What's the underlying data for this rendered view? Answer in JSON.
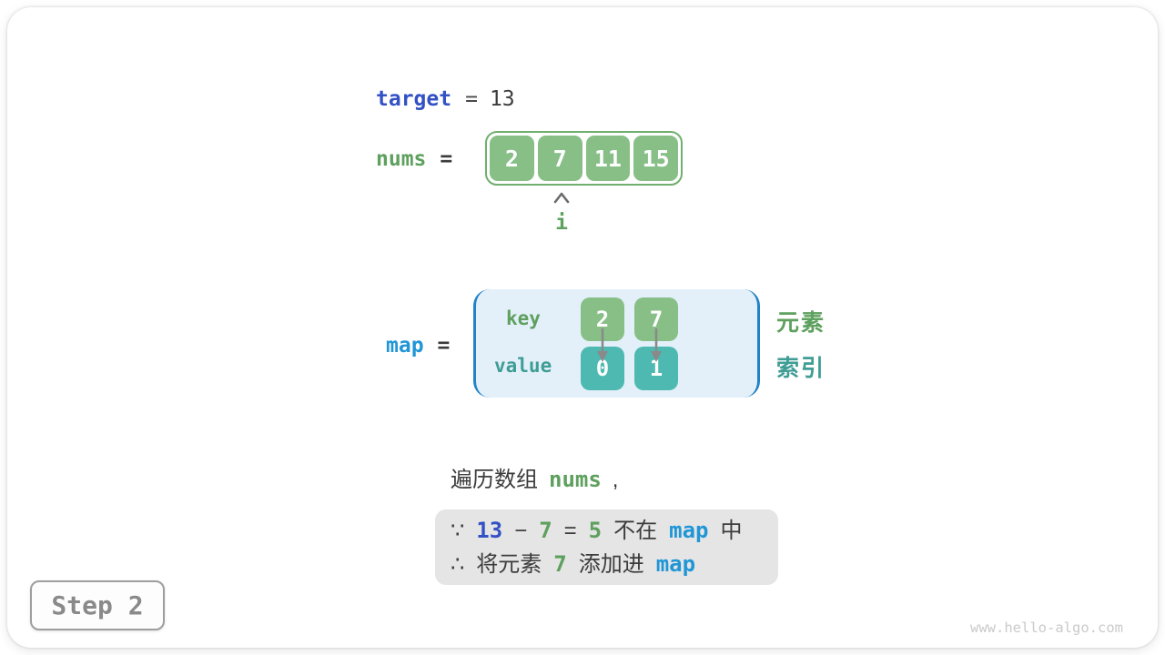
{
  "page": {
    "step_label": "Step 2",
    "watermark": "www.hello-algo.com"
  },
  "target_line": {
    "label": "target",
    "equals": "=",
    "value": "13"
  },
  "nums_line": {
    "label": "nums",
    "equals": "="
  },
  "array": {
    "values": [
      "2",
      "7",
      "11",
      "15"
    ],
    "pointer_label": "i",
    "pointer_index": 1
  },
  "map_section": {
    "label": "map",
    "equals": "=",
    "key_label": "key",
    "value_label": "value",
    "entries": [
      {
        "key": "2",
        "value": "0"
      },
      {
        "key": "7",
        "value": "1"
      }
    ],
    "element_label": "元素",
    "index_label": "索引"
  },
  "sentence": {
    "prefix": "遍历数组",
    "code": "nums",
    "suffix": ","
  },
  "reason_box": {
    "because_symbol": "∵",
    "minuend": "13",
    "minus_sign": "−",
    "subtrahend": "7",
    "equals_sign": "=",
    "difference": "5",
    "not_in_text": "不在",
    "map_token_1": "map",
    "in_suffix": "中",
    "therefore_symbol": "∴",
    "add_prefix": "将元素",
    "added_value": "7",
    "add_verb": "添加进",
    "map_token_2": "map"
  },
  "colors": {
    "green_fill": "#87BF87",
    "green_border": "#6FAF6F",
    "green_text": "#5EA05E",
    "teal_fill": "#4DB9B1",
    "teal_text": "#3F9D95",
    "royal_blue": "#3351C5",
    "cyan_blue": "#2196D6",
    "bracket_blue": "#2282C6",
    "map_background": "#E3F0FA",
    "reason_background": "#E5E5E5",
    "dark_text": "#3C3C3C",
    "arrow_gray": "#8A8A8A"
  }
}
